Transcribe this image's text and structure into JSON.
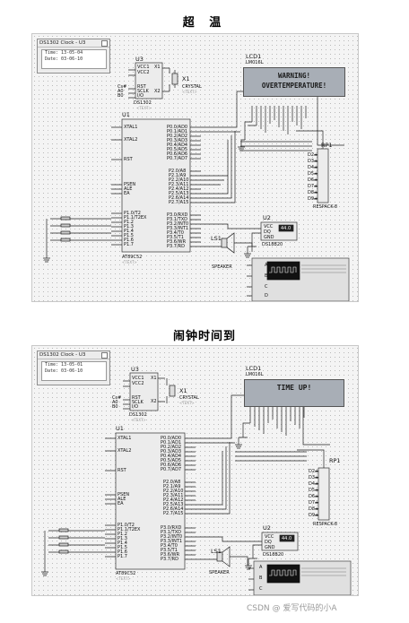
{
  "captions": {
    "top": "超 温",
    "bottom": "闹钟时间到"
  },
  "panels": [
    {
      "popup": {
        "title": "DS1302 Clock - U3",
        "time": "Time: 13-05-04",
        "date": "Date: 03-06-10"
      },
      "lcd": {
        "ref": "LCD1",
        "model": "LM016L",
        "line1": "WARNING!",
        "line2": "OVERTEMPERATURE!"
      }
    },
    {
      "popup": {
        "title": "DS1302 Clock - U3",
        "time": "Time: 13-05-01",
        "date": "Date: 03-06-10"
      },
      "lcd": {
        "ref": "LCD1",
        "model": "LM016L",
        "line1": "TIME UP!",
        "line2": ""
      }
    }
  ],
  "components": {
    "u3": {
      "ref": "U3",
      "pins_left": [
        "VCC1",
        "VCC2",
        "",
        "RST",
        "SCLK",
        "I/O"
      ],
      "pins_left_out": [
        "",
        "",
        "",
        "Cs#",
        "A0",
        "B0"
      ],
      "pins_right": [
        "X1",
        "X2"
      ],
      "part": "DS1302"
    },
    "x1": {
      "ref": "X1",
      "part": "CRYSTAL"
    },
    "u1": {
      "ref": "U1",
      "part": "AT89C52",
      "left_pins": [
        "XTAL1",
        "XTAL2",
        "RST",
        "PSEN",
        "ALE",
        "EA",
        "P1.0/T2",
        "P1.1/T2EX",
        "P1.2",
        "P1.3",
        "P1.4",
        "P1.5",
        "P1.6",
        "P1.7"
      ],
      "right_pins_p0": [
        "P0.0/AD0",
        "P0.1/AD1",
        "P0.2/AD2",
        "P0.3/AD3",
        "P0.4/AD4",
        "P0.5/AD5",
        "P0.6/AD6",
        "P0.7/AD7"
      ],
      "right_pins_p2": [
        "P2.0/A8",
        "P2.1/A9",
        "P2.2/A10",
        "P2.3/A11",
        "P2.4/A12",
        "P2.5/A13",
        "P2.6/A14",
        "P2.7/A15"
      ],
      "right_pins_p3": [
        "P3.0/RXD",
        "P3.1/TXD",
        "P3.2/INT0",
        "P3.3/INT1",
        "P3.4/T0",
        "P3.5/T1",
        "P3.6/WR",
        "P3.7/RD"
      ]
    },
    "u2": {
      "ref": "U2",
      "part": "DS18B20",
      "pins": [
        "VCC",
        "DQ",
        "GND"
      ],
      "reading": "44.0"
    },
    "rp1": {
      "ref": "RP1",
      "part": "RESPACK-8",
      "pins": [
        "D2+",
        "D3+",
        "D4+",
        "D5+",
        "D6+",
        "D7+",
        "D8+",
        "D9+"
      ]
    },
    "ls1": {
      "ref": "LS1",
      "part": "SPEAKER"
    },
    "scope": {
      "channels": [
        "A",
        "B",
        "C",
        "D"
      ]
    },
    "hidden_text": "<TEXT>"
  },
  "watermark": "CSDN @ 爱写代码的小A"
}
